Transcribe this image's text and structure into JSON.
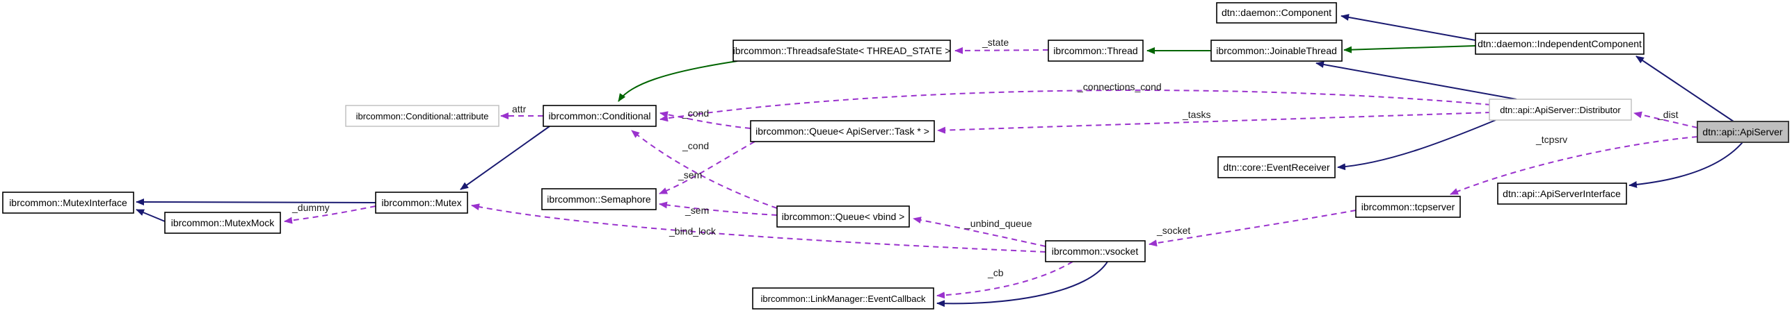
{
  "diagram": {
    "type": "uml-collaboration-graph",
    "focus_class": "dtn::api::ApiServer",
    "colors": {
      "inheritance_blue": "#191970",
      "inheritance_green": "#006400",
      "usage_purple": "#9a32cd",
      "focus_fill": "#bfbfbf",
      "box_fill": "#ffffff",
      "box_border": "#000000",
      "gray_border": "#bdbdbd",
      "background": "#ffffff"
    },
    "nodes": {
      "component": {
        "label": "dtn::daemon::Component"
      },
      "threadsafestate": {
        "label": "ibrcommon::ThreadsafeState< THREAD_STATE >"
      },
      "thread": {
        "label": "ibrcommon::Thread"
      },
      "joinablethread": {
        "label": "ibrcommon::JoinableThread"
      },
      "independentcomponent": {
        "label": "dtn::daemon::IndependentComponent"
      },
      "attribute": {
        "label": "ibrcommon::Conditional::attribute"
      },
      "conditional": {
        "label": "ibrcommon::Conditional"
      },
      "mutexinterface": {
        "label": "ibrcommon::MutexInterface"
      },
      "mutexmock": {
        "label": "ibrcommon::MutexMock"
      },
      "mutex": {
        "label": "ibrcommon::Mutex"
      },
      "queue_task": {
        "label": "ibrcommon::Queue< ApiServer::Task * >"
      },
      "semaphore": {
        "label": "ibrcommon::Semaphore"
      },
      "queue_vbind": {
        "label": "ibrcommon::Queue< vbind >"
      },
      "vsocket": {
        "label": "ibrcommon::vsocket"
      },
      "eventcallback": {
        "label": "ibrcommon::LinkManager::EventCallback"
      },
      "eventreceiver": {
        "label": "dtn::core::EventReceiver"
      },
      "tcpserver": {
        "label": "ibrcommon::tcpserver"
      },
      "apiserverinterface": {
        "label": "dtn::api::ApiServerInterface"
      },
      "distributor": {
        "label": "dtn::api::ApiServer::Distributor"
      },
      "apiserver": {
        "label": "dtn::api::ApiServer"
      }
    },
    "edge_labels": {
      "state": "_state",
      "attr": "attr",
      "cond_tasks": "_cond",
      "cond_vbind": "_cond",
      "connections_cond": "_connections_cond",
      "tasks": "_tasks",
      "sem_tasks": "_sem",
      "sem_vbind": "_sem",
      "bind_lock": "_bind_lock",
      "dummy": "_dummy",
      "unbind_queue": "_unbind_queue",
      "socket": "_socket",
      "cb": "_cb",
      "tcpsrv": "_tcpsrv",
      "dist": "_dist"
    }
  }
}
